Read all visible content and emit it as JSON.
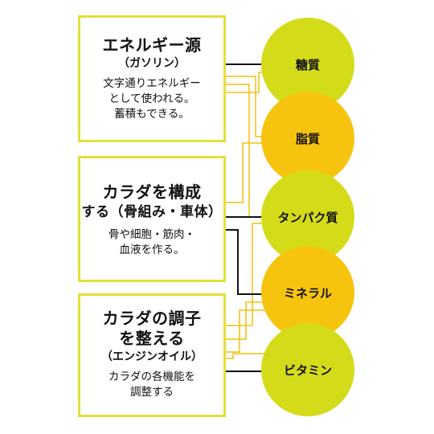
{
  "boxes": [
    {
      "title": [
        "エネルギー源"
      ],
      "sub": "（ガソリン）",
      "body": [
        "文字通りエネルギー",
        "として使われる。",
        "蓄積もできる。"
      ]
    },
    {
      "title": [
        "カラダを構成",
        "する（骨組み・車体）"
      ],
      "sub": "",
      "body": [
        "骨や細胞・筋肉・",
        "血液を作る。"
      ]
    },
    {
      "title": [
        "カラダの調子",
        "を整える"
      ],
      "sub": "（エンジンオイル）",
      "body": [
        "カラダの各機能を",
        "調整する"
      ]
    }
  ],
  "nutrients": [
    {
      "label": "糖質",
      "color": "#d4dc1a"
    },
    {
      "label": "脂質",
      "color": "#f6c40f"
    },
    {
      "label": "タンパク質",
      "color": "#d4dc1a"
    },
    {
      "label": "ミネラル",
      "color": "#f6c40f"
    },
    {
      "label": "ビタミン",
      "color": "#d4dc1a"
    }
  ],
  "colors": {
    "box_border": "#e3e03a",
    "main_arrow": "#111111",
    "secondary_arrow": "#f2c00f"
  }
}
